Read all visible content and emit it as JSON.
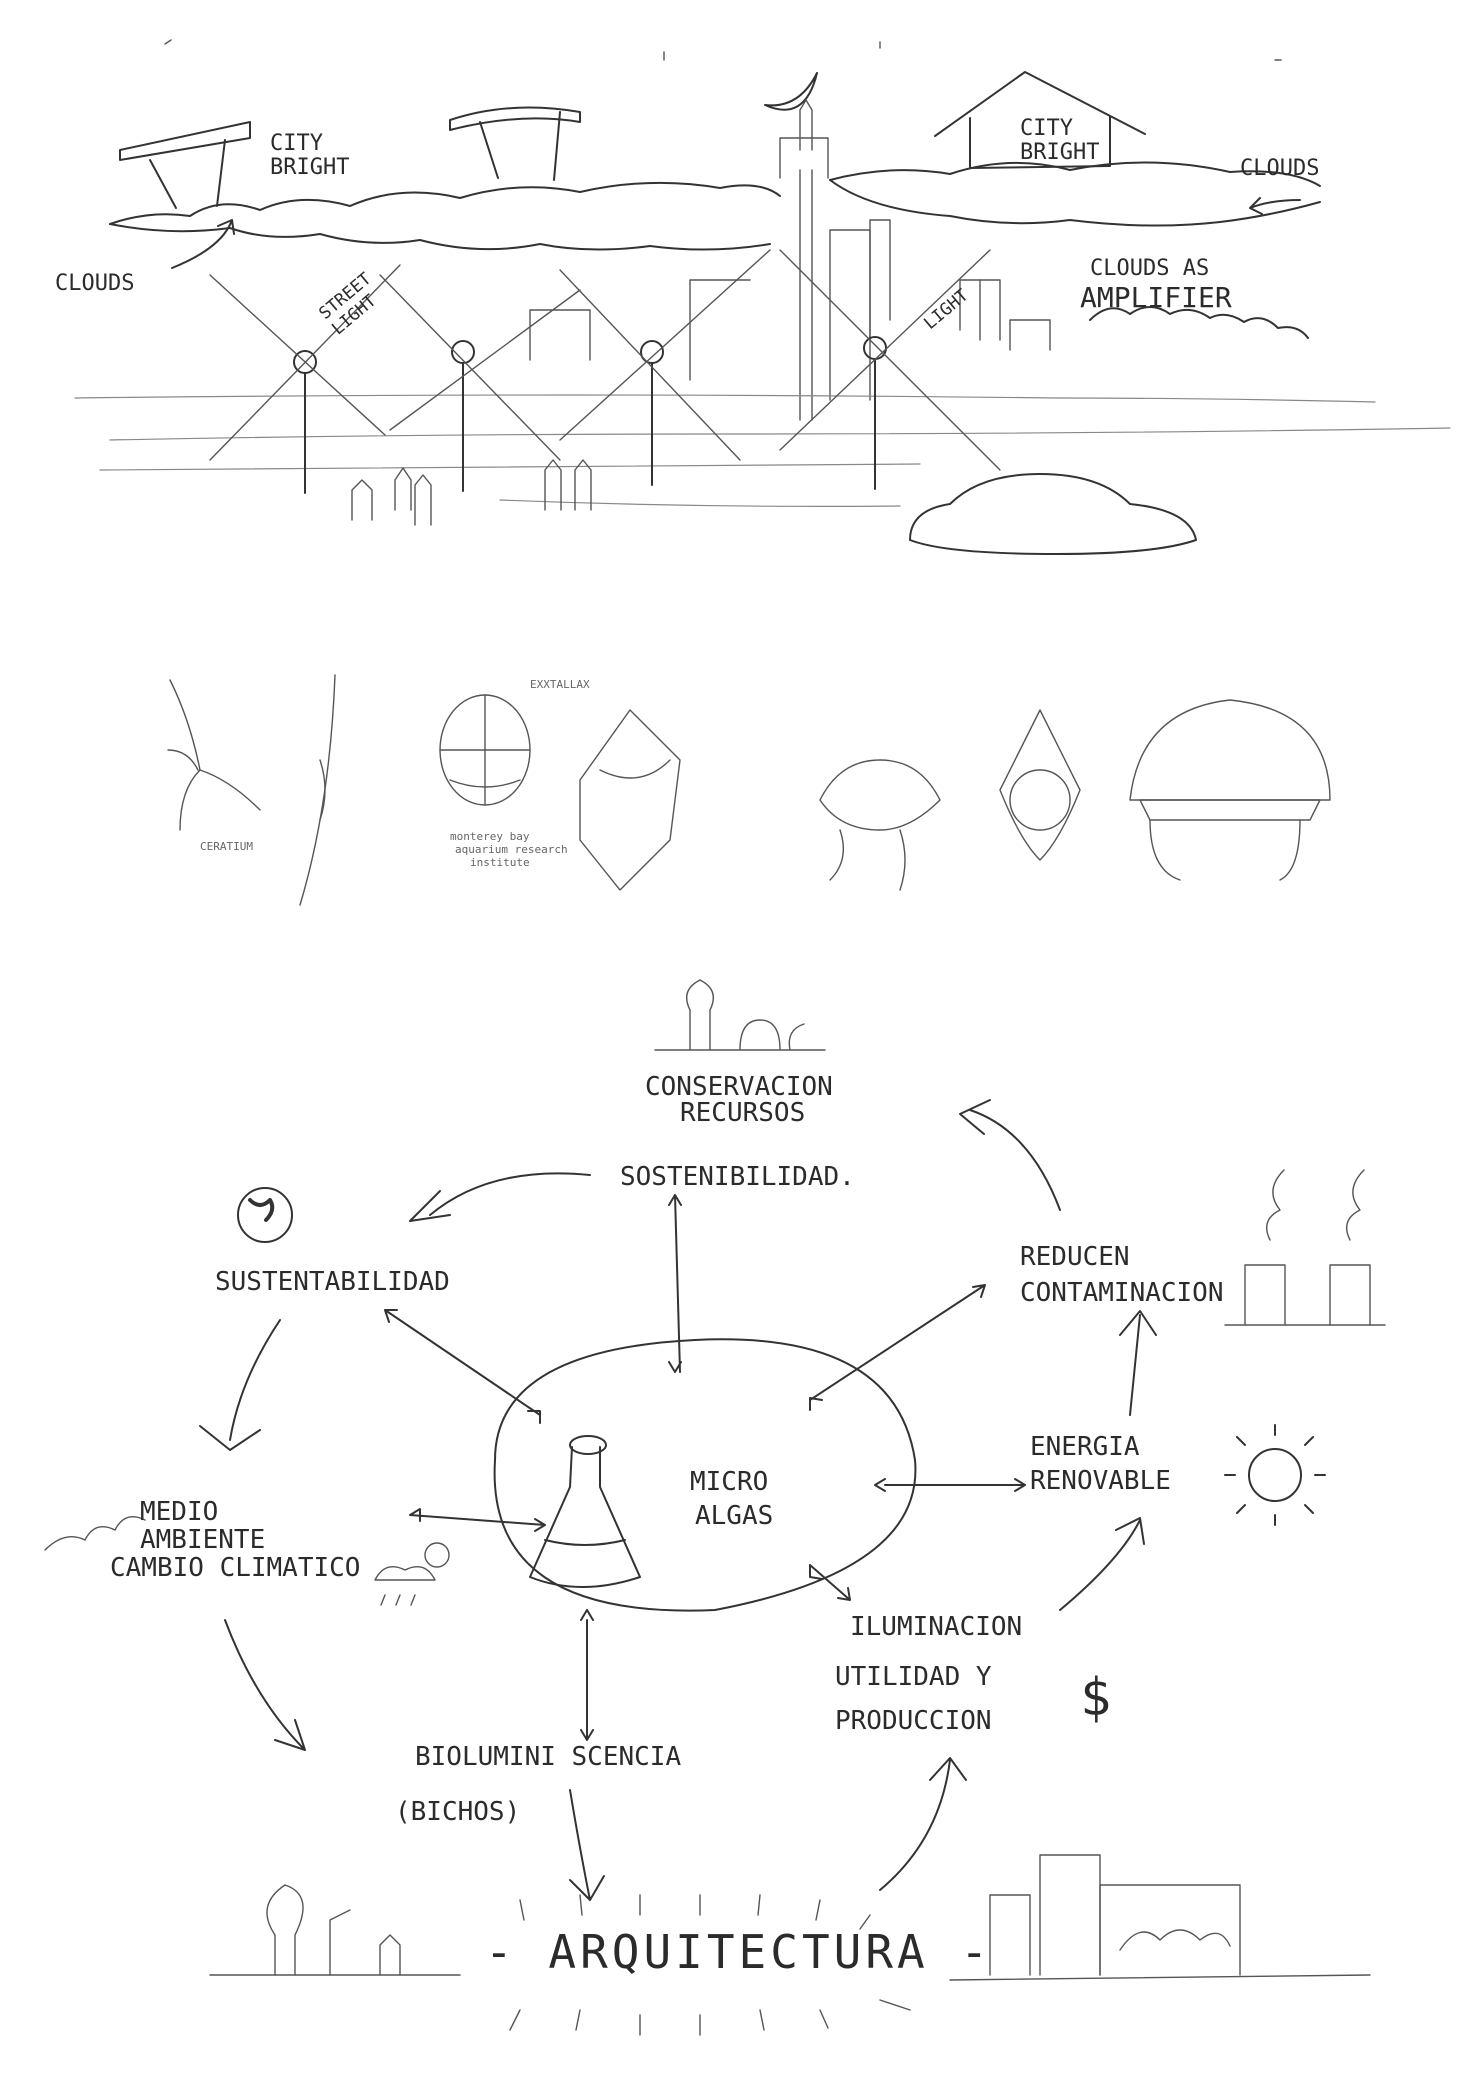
{
  "top_sketch": {
    "sign_left": "CITY\nBRIGHT",
    "sign_right": "CITY\nBRIGHT",
    "clouds_left": "CLOUDS",
    "clouds_right": "CLOUDS",
    "clouds_amplifier": "CLOUDS AS\nAMPLIFIER",
    "street_light": "STREET\nLIGHT",
    "light": "LIGHT"
  },
  "specimen_sketch": {
    "label_ceratium": "CERATIUM",
    "label_top": "EXXTALLAX",
    "label_monterey": "monterey bay\naquarium research\ninstitute"
  },
  "concept_map": {
    "center": "MICRO\nALGAS",
    "nodes": {
      "conservacion": "CONSERVACION\nRECURSOS",
      "sostenibilidad": "SOSTENIBILIDAD.",
      "sustentabilidad": "SUSTENTABILIDAD",
      "reducen": "REDUCEN\nCONTAMINACION",
      "energia": "ENERGIA\nRENOVABLE",
      "medio": "MEDIO\nAMBIENTE\nCAMBIO CLIMATICO",
      "iluminacion": "ILUMINACION",
      "utilidad": "UTILIDAD Y\nPRODUCCION",
      "bioluminiscencia": "BIOLUMINI SCENCIA",
      "bichos": "(BICHOS)",
      "arquitectura": "- ARQUITECTURA -",
      "dollar": "$"
    }
  }
}
